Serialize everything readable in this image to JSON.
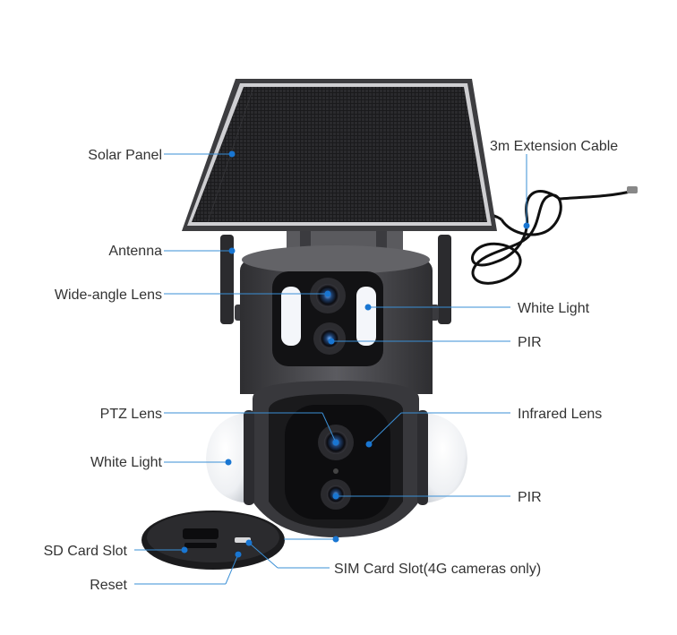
{
  "labels": {
    "solar_panel": "Solar Panel",
    "extension_cable": "3m Extension Cable",
    "antenna": "Antenna",
    "wide_angle_lens": "Wide-angle Lens",
    "white_light_top": "White Light",
    "pir_top": "PIR",
    "ptz_lens": "PTZ Lens",
    "infrared_lens": "Infrared Lens",
    "white_light_side": "White Light",
    "pir_bottom": "PIR",
    "sd_card_slot": "SD Card Slot",
    "sim_card_slot": "SIM Card Slot(4G cameras only)",
    "reset": "Reset"
  },
  "colors": {
    "leader_line": "#3a8fd6",
    "pointer_dot": "#1976d2",
    "camera_body": "#4a4a4e",
    "solar_cell": "#1c1c1e"
  }
}
